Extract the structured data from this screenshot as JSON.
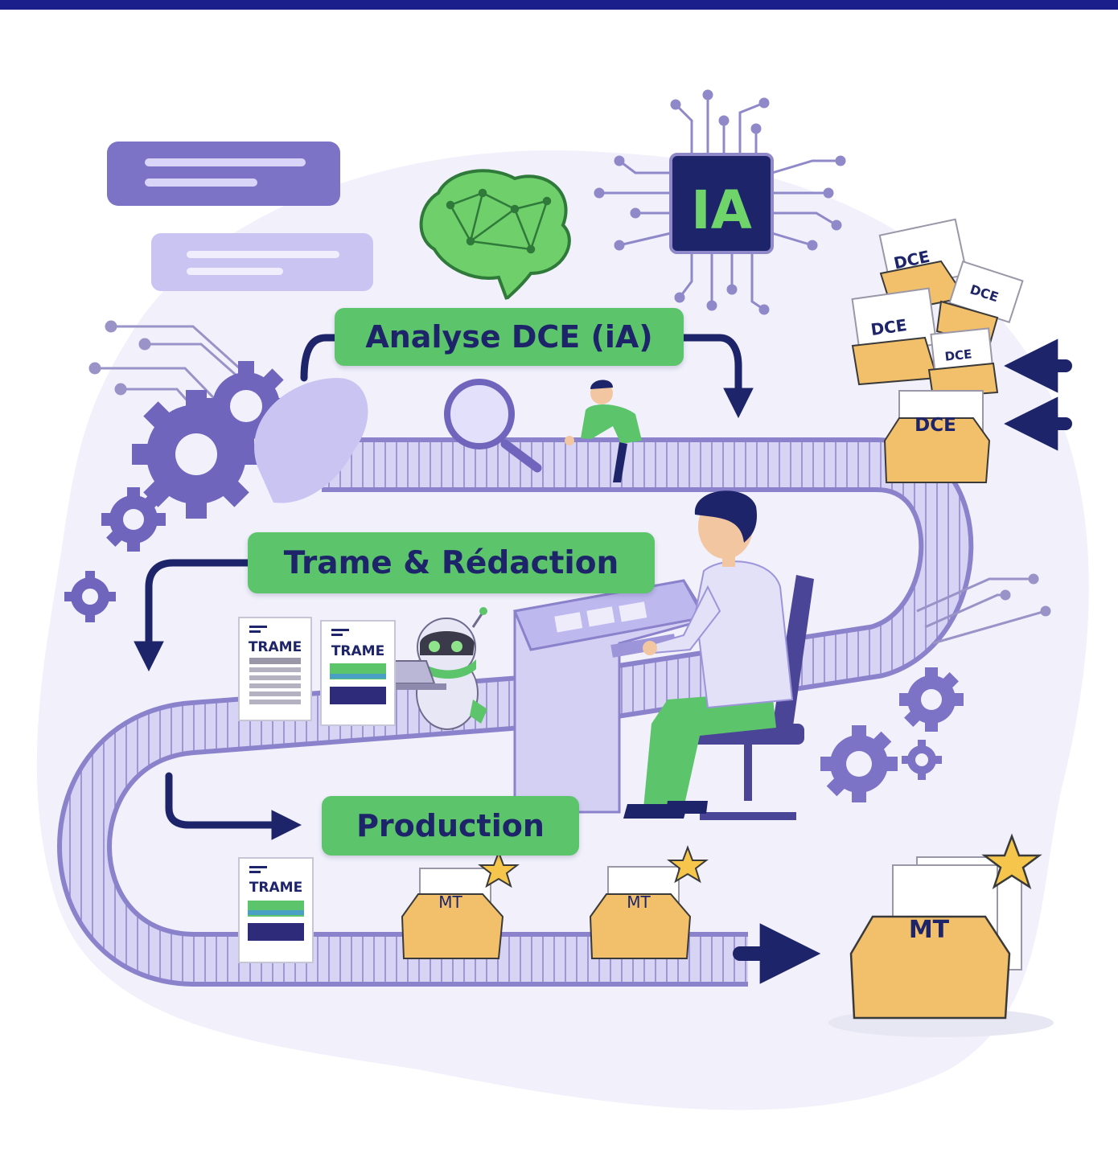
{
  "stages": {
    "analyse": "Analyse DCE (iA)",
    "trame": "Trame & Rédaction",
    "production": "Production"
  },
  "chip": {
    "label": "IA"
  },
  "folders": {
    "dce_label": "DCE",
    "trame_label": "TRAME",
    "mt_label": "MT"
  },
  "colors": {
    "accent_green": "#5cc46a",
    "navy": "#1d2469",
    "lavender": "#b7b2e8",
    "conveyor": "#cfcaf1",
    "purple": "#7b71c4",
    "folder": "#f2bf6a",
    "star": "#f5c64b"
  }
}
